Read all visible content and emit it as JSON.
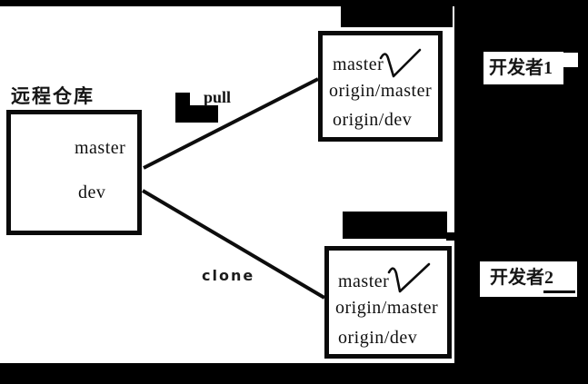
{
  "diagram_title": "git remote repository pull/clone diagram",
  "labels": {
    "remote_repo": "远程仓库",
    "pull": "pull",
    "clone": "clone",
    "developer1": "开发者1",
    "developer2": "开发者2"
  },
  "remote_box": {
    "items": [
      "master",
      "dev"
    ]
  },
  "dev1_box": {
    "items": [
      "master",
      "origin/master",
      "origin/dev"
    ],
    "checked_item": "master"
  },
  "dev2_box": {
    "items": [
      "master",
      "origin/master",
      "origin/dev"
    ],
    "checked_item": "master"
  },
  "colors": {
    "ink": "#0d0d0d",
    "paper": "#ffffff",
    "redaction": "#000000"
  }
}
